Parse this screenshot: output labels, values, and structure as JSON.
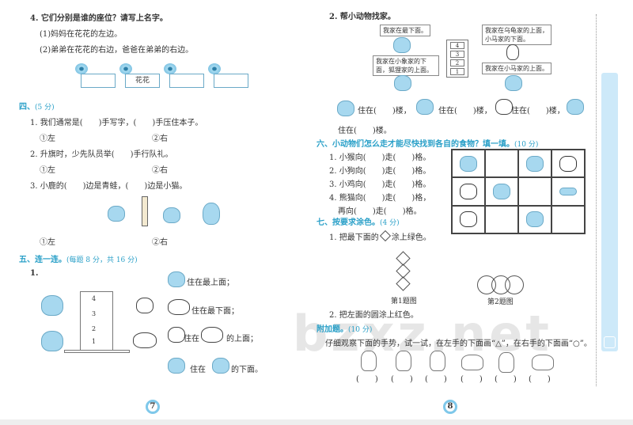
{
  "left_page": {
    "q4": {
      "title": "4. 它们分别是谁的座位？请写上名字。",
      "line1": "(1)妈妈在花花的左边。",
      "line2": "(2)弟弟在花花的右边，爸爸在弟弟的右边。",
      "seats": [
        "",
        "花花",
        "",
        ""
      ]
    },
    "section4": {
      "heading": "四、",
      "score": "(5 分)",
      "q1": "1. 我们通常是(　　)手写字，(　　)手压住本子。",
      "q2": "2. 升旗时，少先队员举(　　)手行队礼。",
      "q3": "3. 小鹿的(　　)边是青蛙，(　　)边是小猫。",
      "opt_left": "①左",
      "opt_right": "②右"
    },
    "section5": {
      "heading": "五、连一连。",
      "score": "(每题 8 分，共 16 分)",
      "q1": "1.",
      "building_floors": [
        "4",
        "3",
        "2",
        "1"
      ],
      "statements": [
        "住在最上面；",
        "住在最下面；",
        "住在",
        "的上面；",
        "住在",
        "的下面。"
      ]
    },
    "page_number": "7"
  },
  "right_page": {
    "q2": {
      "title": "2. 帮小动物找家。",
      "bubbles": [
        "我家在最下面。",
        "我家在小象家的下面，狐狸家的上面。",
        "我家在乌龟家的上面，小马家的下面。",
        "我家在小马家的上面。"
      ],
      "floors": [
        "4",
        "3",
        "2",
        "1"
      ],
      "answer_line": [
        "住在(　　)楼，",
        "住在(　　)楼，",
        "住在(　　)楼，"
      ],
      "answer_line2": "住在(　　)楼。"
    },
    "section6": {
      "heading": "六、小动物们怎么走才能尽快找到各自的食物？填一填。",
      "score": "(10 分)",
      "items": [
        "1. 小猴向(　　)走(　　)格。",
        "2. 小狗向(　　)走(　　)格。",
        "3. 小鸡向(　　)走(　　)格。",
        "4. 熊猫向(　　)走(　　)格，",
        "再向(　　)走(　　)格。"
      ]
    },
    "section7": {
      "heading": "七、按要求涂色。",
      "score": "(4 分)",
      "q1_a": "1. 把最下面的",
      "q1_b": "涂上绿色。",
      "fig1": "第1题图",
      "fig2": "第2题图",
      "q2": "2. 把左面的圆涂上红色。"
    },
    "bonus": {
      "heading": "附加题。",
      "score": "(10 分)",
      "text": "仔细观察下面的手势，试一试，在左手的下面画“△”，在右手的下面画“○”。",
      "blanks": [
        "(　　)",
        "(　　)",
        "(　　)",
        "(　　)",
        "(　　)",
        "(　　)"
      ]
    },
    "page_number": "8"
  },
  "watermark": "bzxz.net",
  "colors": {
    "accent": "#2aa0c8",
    "animal": "#a7d8ef",
    "sidebar": "#cde9f9"
  }
}
